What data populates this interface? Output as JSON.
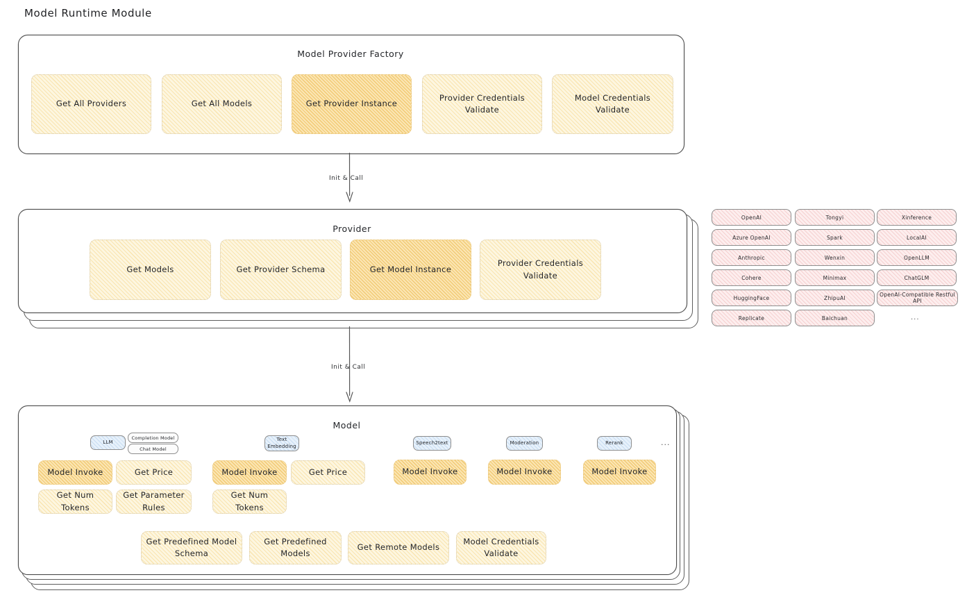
{
  "page": {
    "title": "Model Runtime Module"
  },
  "factory": {
    "title": "Model Provider Factory",
    "items": [
      {
        "label": "Get All Providers",
        "highlight": false
      },
      {
        "label": "Get All Models",
        "highlight": false
      },
      {
        "label": "Get Provider Instance",
        "highlight": true
      },
      {
        "label": "Provider Credentials Validate",
        "highlight": false
      },
      {
        "label": "Model Credentials Validate",
        "highlight": false
      }
    ]
  },
  "connectors": [
    {
      "label": "Init & Call"
    },
    {
      "label": "Init & Call"
    }
  ],
  "provider": {
    "title": "Provider",
    "items": [
      {
        "label": "Get Models",
        "highlight": false
      },
      {
        "label": "Get Provider Schema",
        "highlight": false
      },
      {
        "label": "Get Model Instance",
        "highlight": true
      },
      {
        "label": "Provider Credentials Validate",
        "highlight": false
      }
    ]
  },
  "provider_list": {
    "columns": [
      [
        "OpenAI",
        "Azure OpenAI",
        "Anthropic",
        "Cohere",
        "HuggingFace",
        "Replicate"
      ],
      [
        "Tongyi",
        "Spark",
        "Wenxin",
        "Minimax",
        "ZhipuAI",
        "Baichuan"
      ],
      [
        "Xinference",
        "LocalAI",
        "OpenLLM",
        "ChatGLM",
        "OpenAI-Compatible Restful API"
      ]
    ],
    "more": "..."
  },
  "model": {
    "title": "Model",
    "more": "...",
    "groups": [
      {
        "badge": "LLM",
        "tags": [
          "Completion Model",
          "Chat Model"
        ],
        "actions": [
          {
            "label": "Model Invoke",
            "highlight": true
          },
          {
            "label": "Get Price",
            "highlight": false
          },
          {
            "label": "Get Num Tokens",
            "highlight": false
          },
          {
            "label": "Get Parameter Rules",
            "highlight": false
          }
        ]
      },
      {
        "badge": "Text Embedding",
        "tags": [],
        "actions": [
          {
            "label": "Model Invoke",
            "highlight": true
          },
          {
            "label": "Get Price",
            "highlight": false
          },
          {
            "label": "Get Num Tokens",
            "highlight": false
          }
        ]
      },
      {
        "badge": "Speech2text",
        "tags": [],
        "actions": [
          {
            "label": "Model Invoke",
            "highlight": true
          }
        ]
      },
      {
        "badge": "Moderation",
        "tags": [],
        "actions": [
          {
            "label": "Model Invoke",
            "highlight": true
          }
        ]
      },
      {
        "badge": "Rerank",
        "tags": [],
        "actions": [
          {
            "label": "Model Invoke",
            "highlight": true
          }
        ]
      }
    ],
    "common_actions": [
      {
        "label": "Get Predefined Model Schema"
      },
      {
        "label": "Get Predefined Models"
      },
      {
        "label": "Get Remote Models"
      },
      {
        "label": "Model Credentials Validate"
      }
    ]
  },
  "colors": {
    "accent_amber": "#fdf6e0",
    "accent_amber_highlight": "#fbe6b4",
    "provider_pink": "#fdeeee",
    "badge_blue": "#e7f1fb",
    "stroke": "#4a4a4a"
  }
}
